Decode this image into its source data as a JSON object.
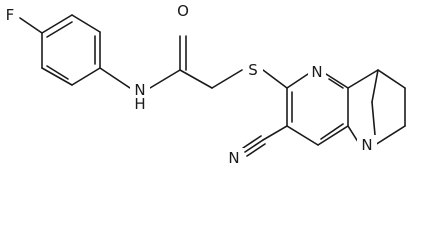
{
  "molecule": {
    "atoms": [
      {
        "id": "F",
        "label": "F"
      },
      {
        "id": "O",
        "label": "O"
      },
      {
        "id": "NH",
        "label": "H\nN"
      },
      {
        "id": "S",
        "label": "S"
      },
      {
        "id": "N_ring",
        "label": "N"
      },
      {
        "id": "N_bridge",
        "label": "N"
      },
      {
        "id": "N_nitrile",
        "label": "N"
      }
    ]
  },
  "colors": {
    "bond": "#1a1a1a",
    "background": "#ffffff"
  }
}
